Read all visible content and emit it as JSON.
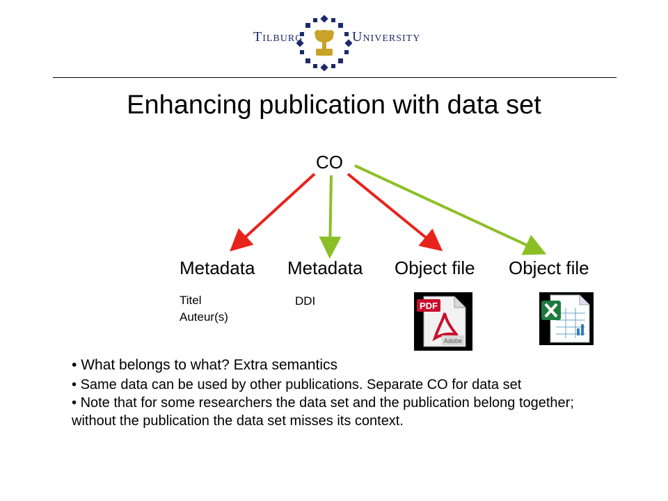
{
  "header": {
    "logo_left": "Tilburg",
    "logo_right": "University"
  },
  "title": "Enhancing publication with data set",
  "diagram": {
    "root": "CO",
    "children": [
      "Metadata",
      "Metadata",
      "Object file",
      "Object file"
    ],
    "details": {
      "metadata1": [
        "Titel",
        "Auteur(s)"
      ],
      "metadata2": "DDI"
    },
    "icons": [
      "pdf-document-icon",
      "excel-spreadsheet-icon"
    ],
    "pdf_icon_text": {
      "badge": "PDF",
      "brand": "Adobe"
    },
    "colors": {
      "red": "#e8231c",
      "green": "#8cbf26",
      "logo_blue": "#1b2a6b"
    }
  },
  "bullets": [
    "What belongs to what? Extra semantics",
    "Same data can be used by other publications. Separate CO for data set",
    "Note that for some researchers the data set and the publication belong together; without the publication the data set misses its context."
  ]
}
